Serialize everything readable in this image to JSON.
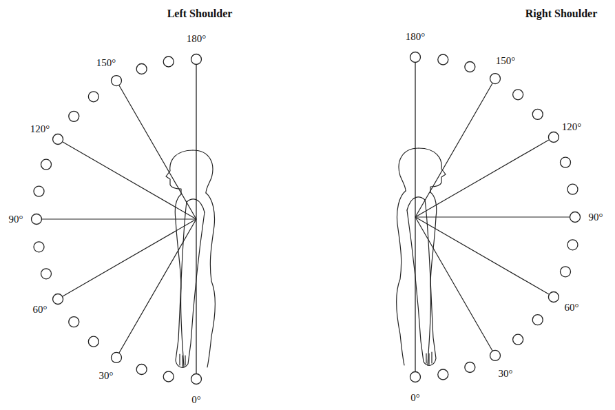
{
  "diagram": {
    "labels": [
      "Left Shoulder",
      "180°",
      "150°",
      "120°",
      "90°",
      "60°",
      "30°",
      "0°",
      "Right Shoulder",
      "180°",
      "150°",
      "120°",
      "90°",
      "60°",
      "30°",
      "0°"
    ]
  }
}
